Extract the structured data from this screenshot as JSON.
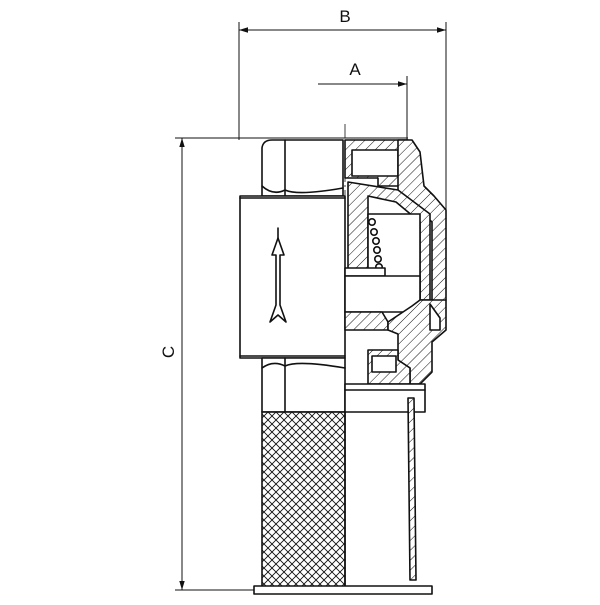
{
  "drawing": {
    "subject": "",
    "colors": {
      "line": "#111111",
      "background": "#ffffff"
    },
    "dimensions": [
      {
        "key": "B",
        "label": "B"
      },
      {
        "key": "A",
        "label": "A"
      },
      {
        "key": "C",
        "label": "C"
      }
    ],
    "flow_arrow_icon": "up-arrow-icon"
  }
}
